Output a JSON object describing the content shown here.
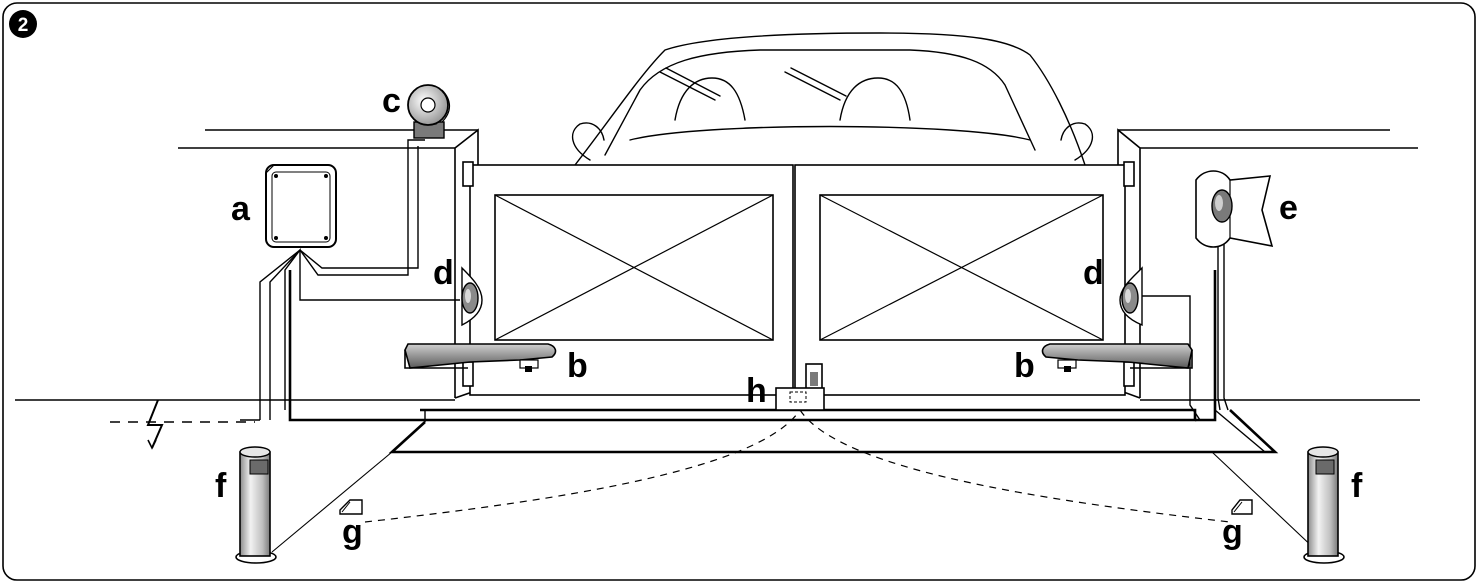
{
  "figure": {
    "number": "2"
  },
  "labels": {
    "a": "a",
    "b": "b",
    "c": "c",
    "d": "d",
    "e": "e",
    "f": "f",
    "g": "g",
    "h": "h"
  },
  "colors": {
    "line": "#000000",
    "grey_light": "#d9d9d9",
    "grey_mid": "#a6a6a6",
    "grey_dark": "#595959"
  }
}
